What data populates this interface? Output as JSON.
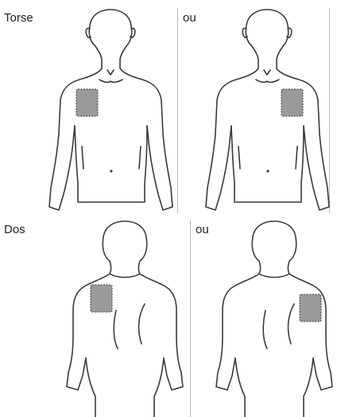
{
  "sections": {
    "front": {
      "label": "Torse",
      "separator": "ou"
    },
    "back": {
      "label": "Dos",
      "separator": "ou"
    }
  },
  "colors": {
    "patch": "#9a9a9a",
    "outline": "#3a3a3a",
    "divider": "#b8b8b8"
  }
}
